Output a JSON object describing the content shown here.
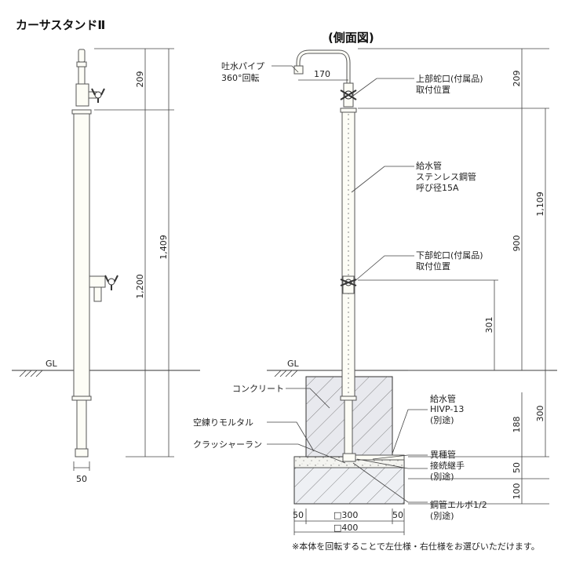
{
  "title": "カーサスタンドⅡ",
  "side_view_title": "(側面図)",
  "front_view": {
    "dims": {
      "top": "209",
      "total": "1,409",
      "lower": "1,200",
      "width": "50"
    },
    "ground_label": "GL"
  },
  "side_view": {
    "ground_label": "GL",
    "labels": {
      "spout_pipe_1": "吐水パイプ",
      "spout_pipe_2": "360°回転",
      "spout_reach": "170",
      "upper_tap_1": "上部蛇口(付属品)",
      "upper_tap_2": "取付位置",
      "supply_1": "給水管",
      "supply_2": "ステンレス鋼管",
      "supply_3": "呼び径15A",
      "lower_tap_1": "下部蛇口(付属品)",
      "lower_tap_2": "取付位置",
      "concrete": "コンクリート",
      "mortar": "空練りモルタル",
      "crusher_run": "クラッシャーラン",
      "hivp_1": "給水管",
      "hivp_2": "HIVP-13",
      "hivp_3": "(別途)",
      "joint_1": "異種管",
      "joint_2": "接続継手",
      "joint_3": "(別途)",
      "elbow_1": "鋼管エルボ1/2",
      "elbow_2": "(別途)"
    },
    "dims": {
      "top": "209",
      "upper_total": "1,109",
      "mid": "900",
      "lower_tap": "301",
      "foundation": "300",
      "depth": "188",
      "d50": "50",
      "d100": "100",
      "base_left": "50",
      "base_inner": "□300",
      "base_right": "50",
      "base_outer": "□400"
    }
  },
  "footnote": "※本体を回転することで左仕様・右仕様をお選びいただけます。"
}
